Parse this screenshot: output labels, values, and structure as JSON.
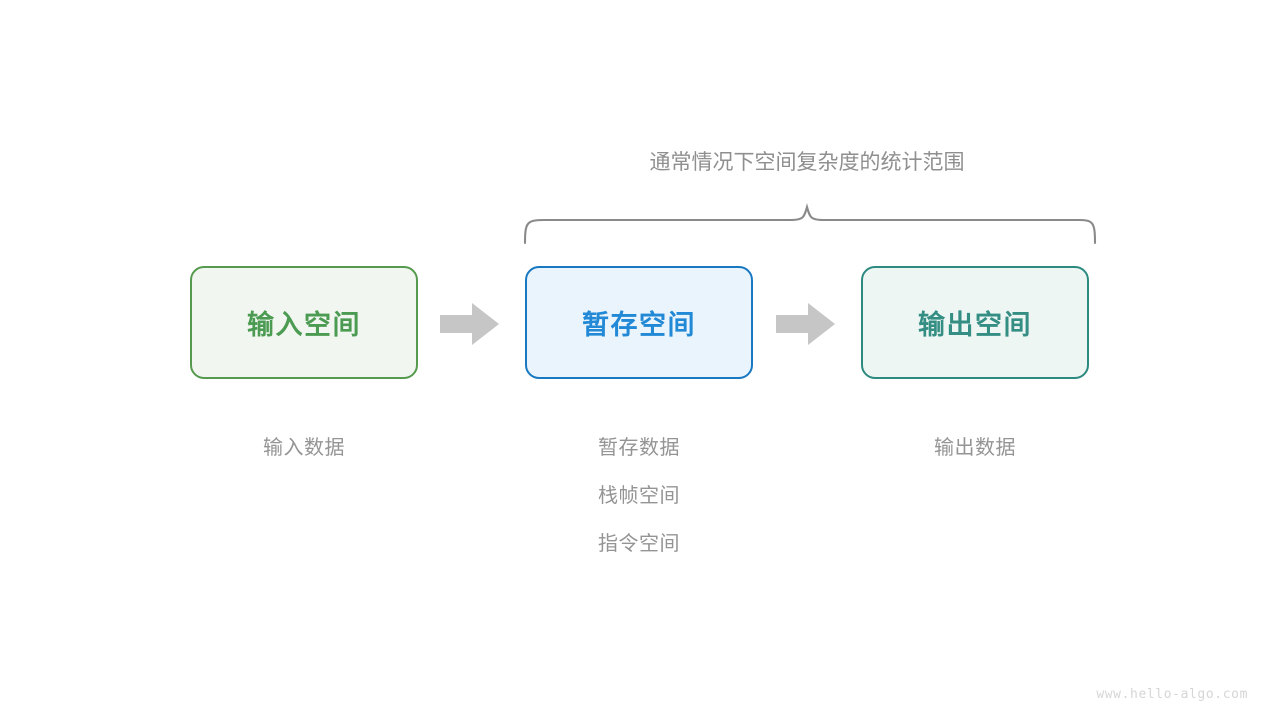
{
  "diagram": {
    "title_prefix": "通常情况下",
    "title_emphasis": "空间复杂度",
    "title_suffix": "的统计范围",
    "brace_label": "通常情况下空间复杂度的统计范围",
    "boxes": [
      {
        "id": "input",
        "label": "输入空间",
        "fill": "#f1f7f0",
        "border": "#569a4f",
        "text_color": "#4c9b52",
        "sublabels": [
          "输入数据"
        ]
      },
      {
        "id": "temp",
        "label": "暂存空间",
        "fill": "#eaf4fc",
        "border": "#1878c2",
        "text_color": "#2289d6",
        "sublabels": [
          "暂存数据",
          "栈帧空间",
          "指令空间"
        ]
      },
      {
        "id": "output",
        "label": "输出空间",
        "fill": "#eef6f4",
        "border": "#2d8a80",
        "text_color": "#348e83",
        "sublabels": [
          "输出数据"
        ]
      }
    ],
    "arrows": [
      {
        "id": "arrow-input-to-temp",
        "color": "#c6c6c6"
      },
      {
        "id": "arrow-temp-to-output",
        "color": "#c6c6c6"
      }
    ],
    "brace_color": "#8a8a8a",
    "caption_color": "#8f8f8f",
    "watermark": "www.hello-algo.com"
  }
}
